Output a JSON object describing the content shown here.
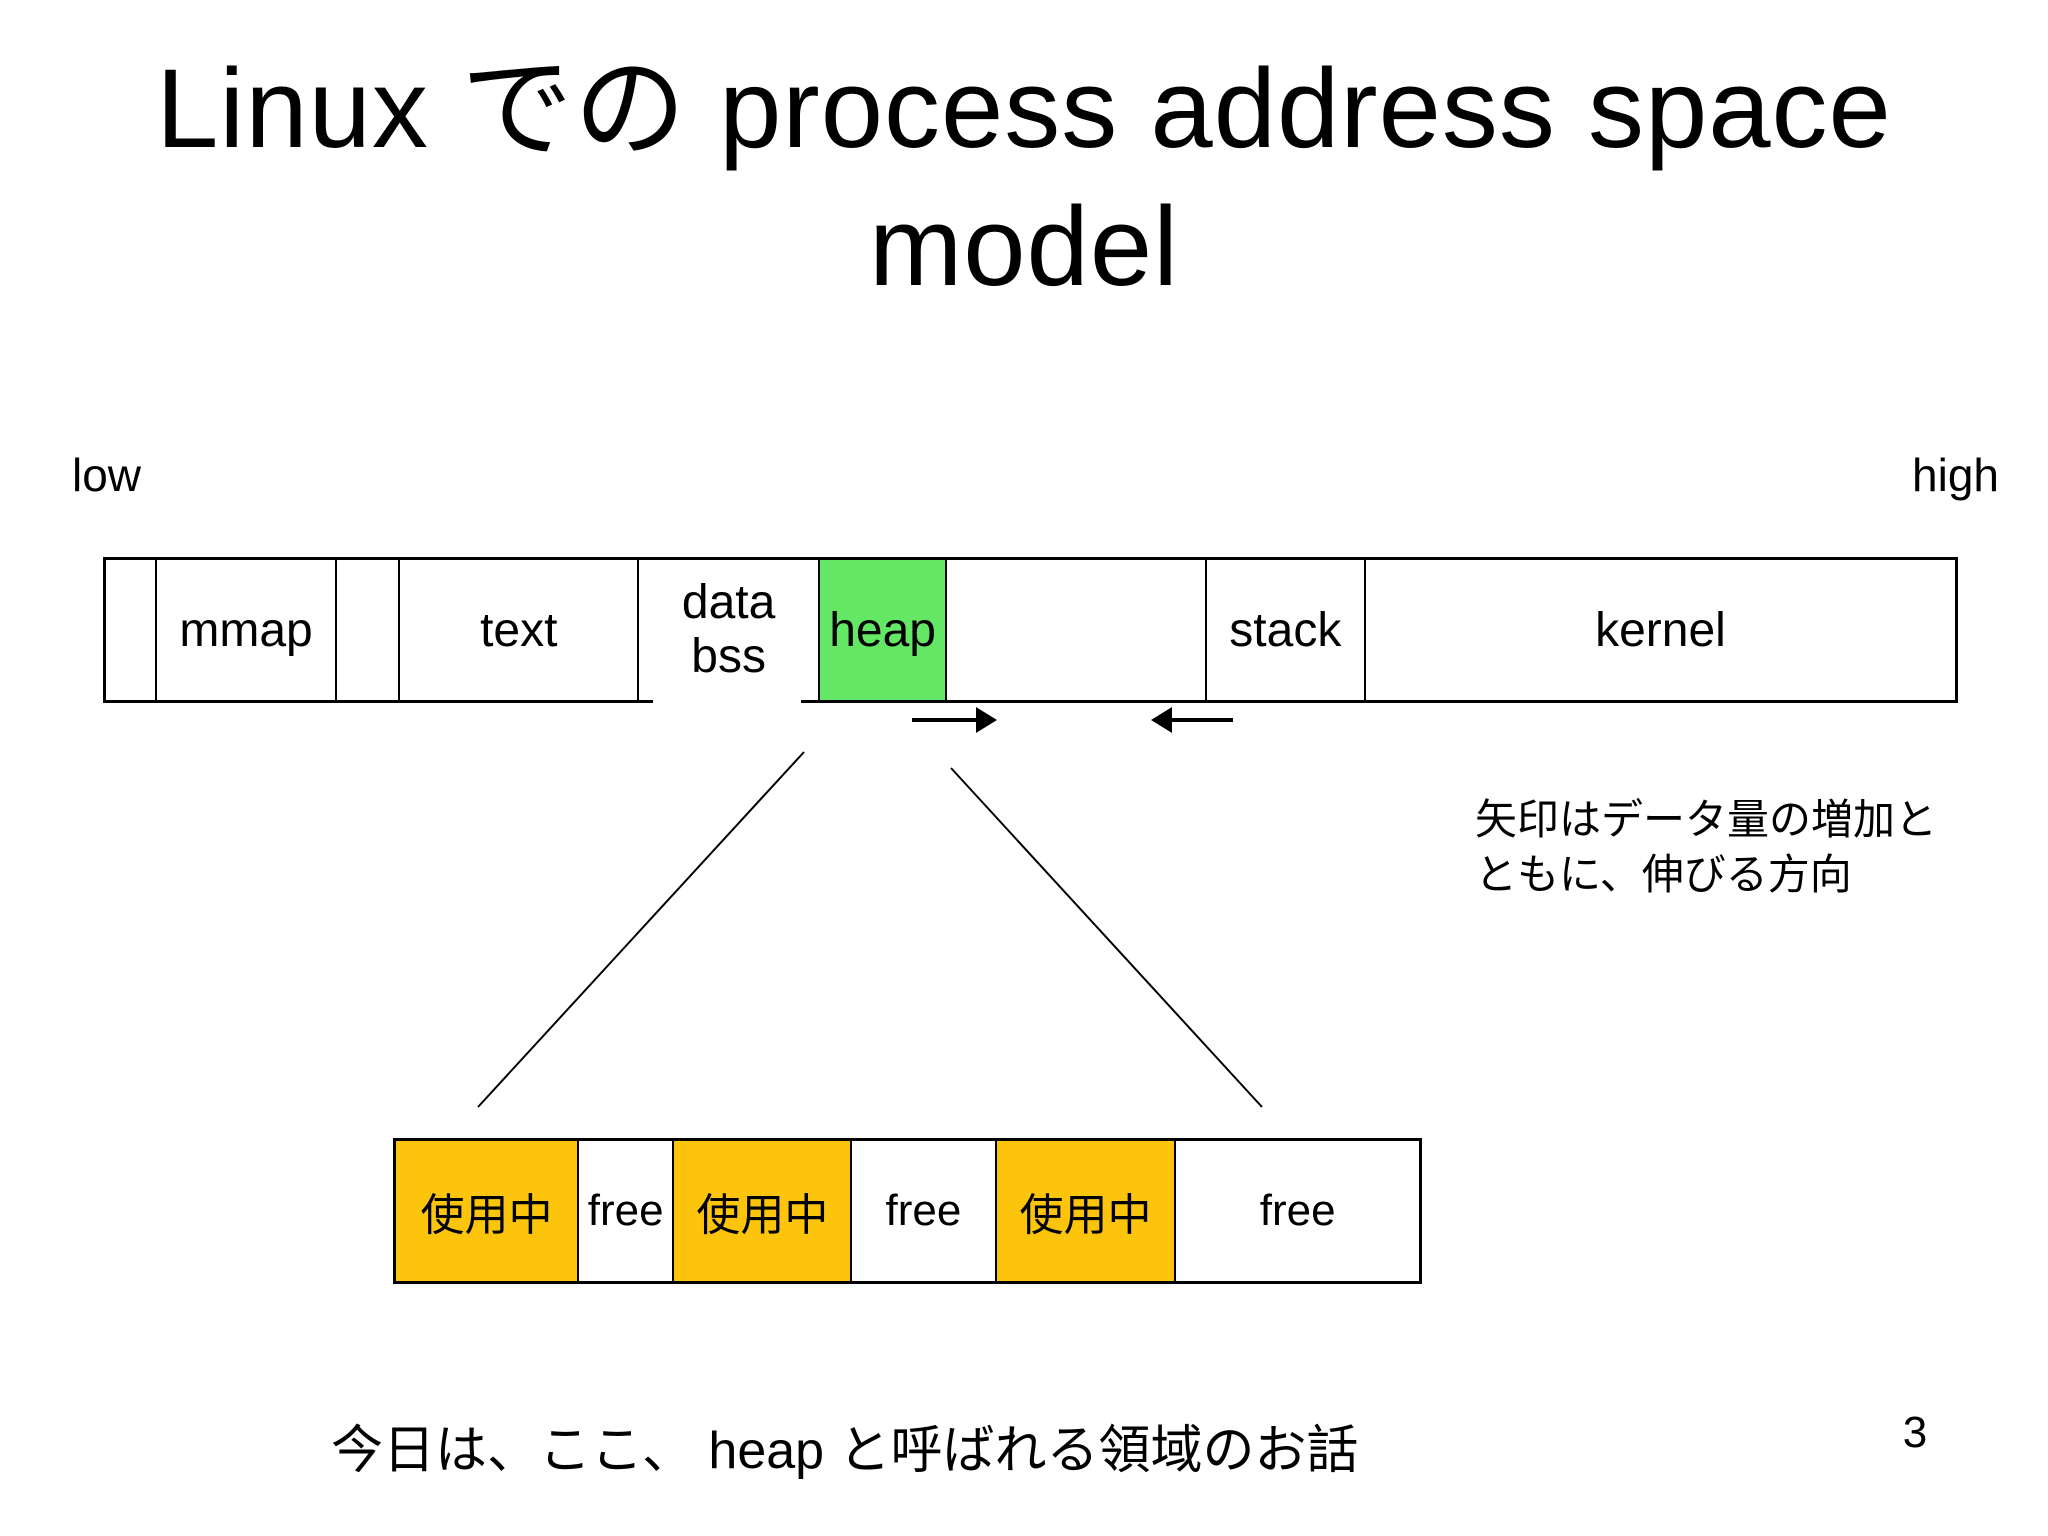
{
  "slide": {
    "title_line1": "Linux での process address space",
    "title_line2": "model",
    "footer": "今日は、ここ、 heap と呼ばれる領域のお話",
    "page_number": "3"
  },
  "address_space": {
    "low_label": "low",
    "high_label": "high",
    "segments": [
      {
        "label": ""
      },
      {
        "label": "mmap"
      },
      {
        "label": ""
      },
      {
        "label": "text"
      },
      {
        "label_line1": "data",
        "label_line2": "bss"
      },
      {
        "label": "heap"
      },
      {
        "label": ""
      },
      {
        "label": "stack"
      },
      {
        "label": "kernel"
      }
    ]
  },
  "growth_note": {
    "line1": "矢印はデータ量の増加と",
    "line2": "ともに、伸びる方向"
  },
  "heap_detail": {
    "segments": [
      {
        "label": "使用中",
        "type": "used"
      },
      {
        "label": "free",
        "type": "free"
      },
      {
        "label": "使用中",
        "type": "used"
      },
      {
        "label": "free",
        "type": "free"
      },
      {
        "label": "使用中",
        "type": "used"
      },
      {
        "label": "free",
        "type": "free"
      }
    ]
  },
  "colors": {
    "heap_fill": "#64E764",
    "used_fill": "#FCC40B",
    "free_fill": "#FFFFFF",
    "line": "#000000",
    "background": "#FFFFFF"
  }
}
